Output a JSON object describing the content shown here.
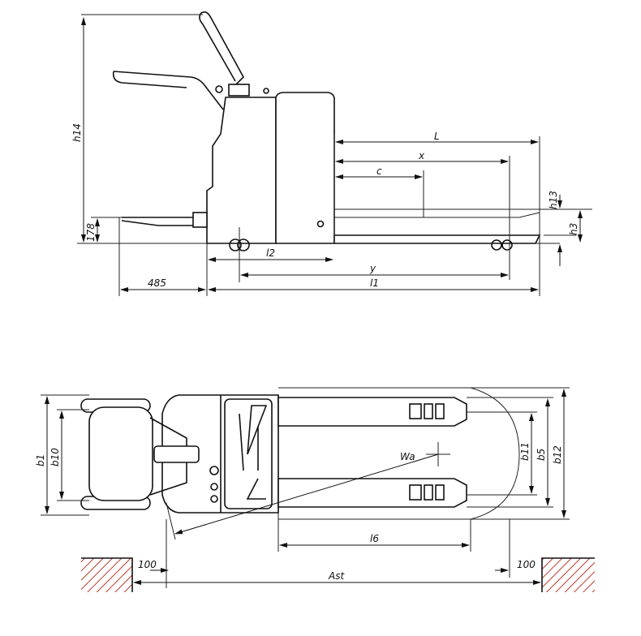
{
  "title": "Electric pallet truck dimension drawing",
  "side_view": {
    "labels": {
      "L": "L",
      "x": "x",
      "c": "c",
      "h13": "h13",
      "h3": "h3",
      "h14": "h14",
      "h178": "178",
      "l2": "l2",
      "y": "y",
      "d485": "485",
      "l1": "l1"
    }
  },
  "top_view": {
    "labels": {
      "b1": "b1",
      "b10": "b10",
      "Wa": "Wa",
      "b11": "b11",
      "b5": "b5",
      "b12": "b12",
      "l6": "l6",
      "left100": "100",
      "right100": "100",
      "Ast": "Ast"
    }
  }
}
